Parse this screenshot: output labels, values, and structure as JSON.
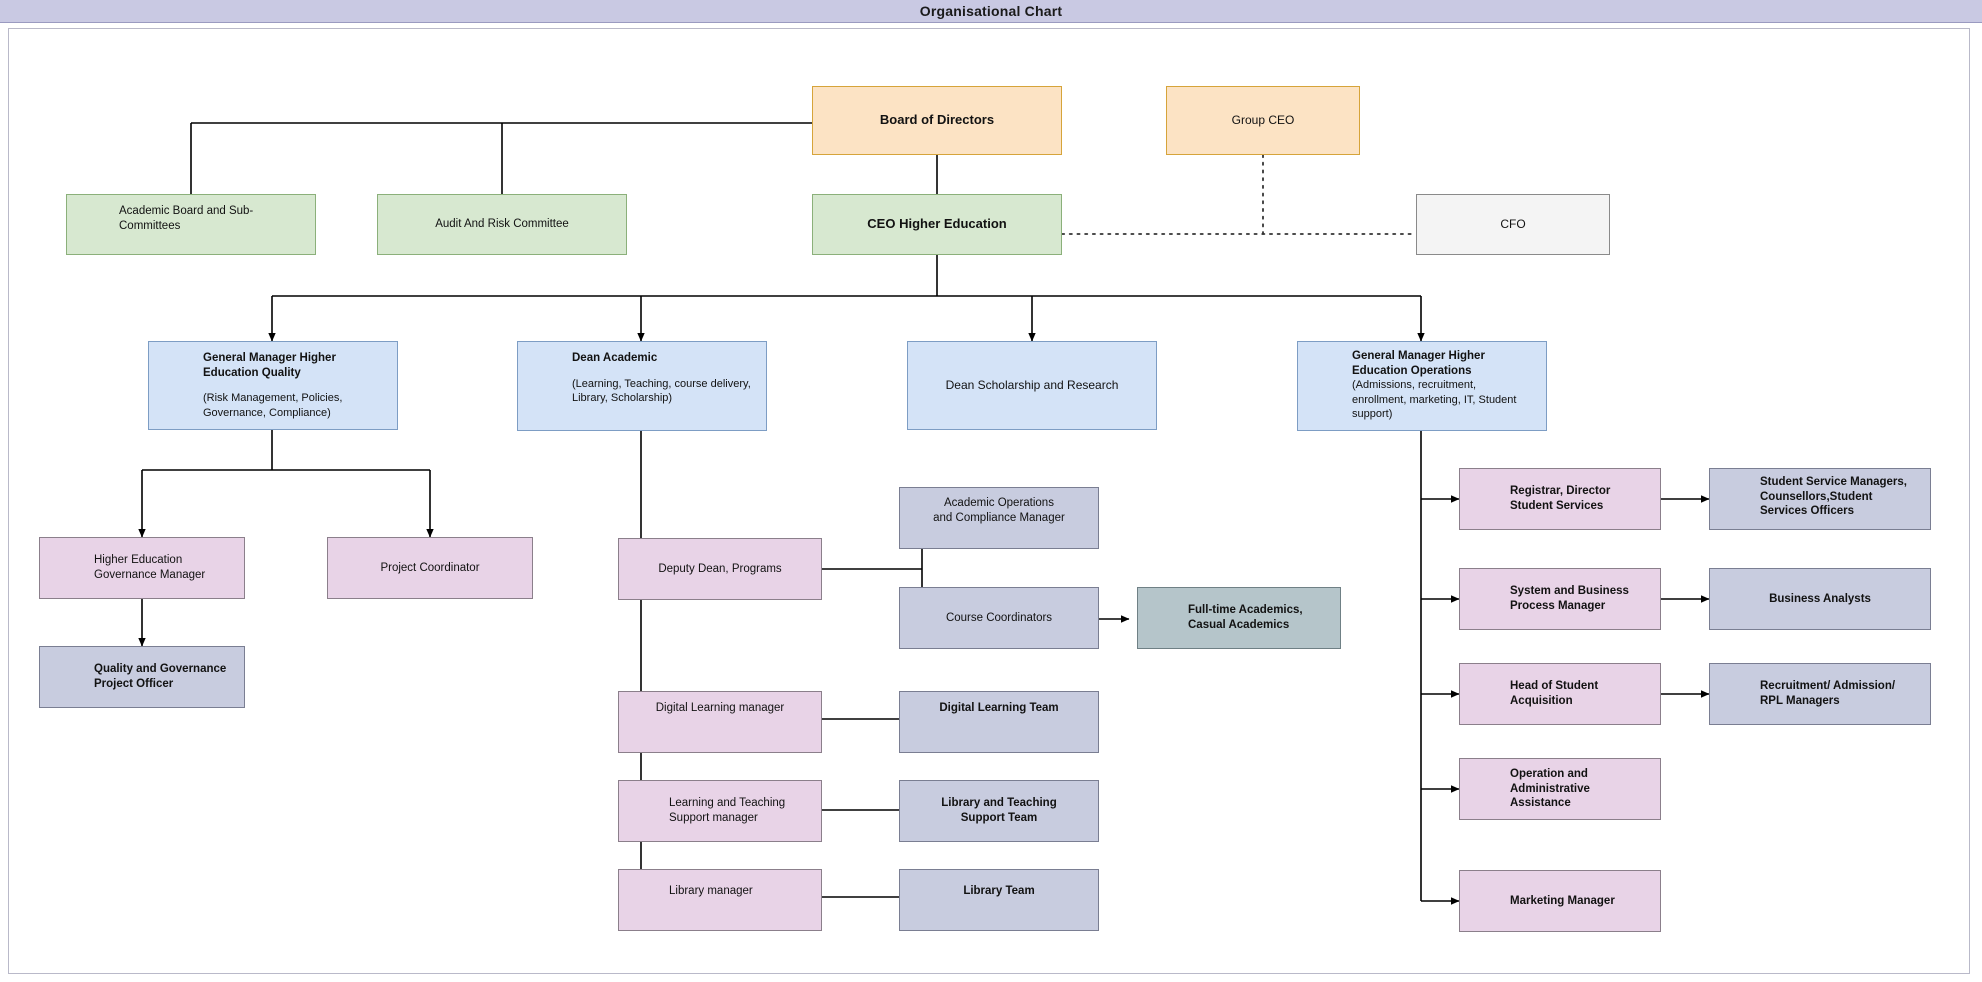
{
  "window": {
    "title": "Organisational Chart"
  },
  "chart_data": {
    "type": "diagram",
    "title": "Organisational Chart",
    "diagram_kind": "organisational-chart",
    "palette": {
      "titlebar": "#c9c9e3",
      "orange": "#fce3c4",
      "orange_border": "#d6a43a",
      "green": "#d7e8d0",
      "green_border": "#8bb07a",
      "blue": "#d4e3f7",
      "blue_border": "#7d9dc4",
      "grey": "#f4f4f4",
      "grey_border": "#8a8a8a",
      "pink": "#e8d3e7",
      "pink_border": "#8b7f8b",
      "lavender": "#c8ccdf",
      "lavender_border": "#7a7e92",
      "teal": "#b5c5ca",
      "teal_border": "#6f8085",
      "connector": "#000000"
    },
    "nodes": [
      {
        "id": "board",
        "label": "Board of Directors",
        "sub": "",
        "color": "orange",
        "level": 1
      },
      {
        "id": "group_ceo",
        "label": "Group CEO",
        "sub": "",
        "color": "orange",
        "level": 1
      },
      {
        "id": "academic_board",
        "label": "Academic Board and Sub-Committees",
        "sub": "",
        "color": "green",
        "level": 2
      },
      {
        "id": "audit",
        "label": "Audit And Risk Committee",
        "sub": "",
        "color": "green",
        "level": 2
      },
      {
        "id": "ceo_he",
        "label": "CEO Higher Education",
        "sub": "",
        "color": "green",
        "level": 2
      },
      {
        "id": "cfo",
        "label": "CFO",
        "sub": "",
        "color": "grey",
        "level": 2
      },
      {
        "id": "gm_quality",
        "label": "General Manager Higher Education Quality",
        "sub": "(Risk Management, Policies, Governance, Compliance)",
        "color": "blue",
        "level": 3
      },
      {
        "id": "dean_academic",
        "label": "Dean Academic",
        "sub": "(Learning, Teaching, course delivery, Library, Scholarship)",
        "color": "blue",
        "level": 3
      },
      {
        "id": "dean_research",
        "label": "Dean Scholarship and Research",
        "sub": "",
        "color": "blue",
        "level": 3
      },
      {
        "id": "gm_ops",
        "label": "General Manager Higher Education Operations",
        "sub": "(Admissions, recruitment, enrollment, marketing, IT, Student support)",
        "color": "blue",
        "level": 3
      },
      {
        "id": "he_gov_mgr",
        "label": "Higher Education Governance Manager",
        "sub": "",
        "color": "pink",
        "level": 4
      },
      {
        "id": "proj_coord",
        "label": "Project Coordinator",
        "sub": "",
        "color": "pink",
        "level": 4
      },
      {
        "id": "qg_officer",
        "label": "Quality and Governance Project Officer",
        "sub": "",
        "color": "lavender",
        "level": 5
      },
      {
        "id": "deputy_dean",
        "label": "Deputy Dean, Programs",
        "sub": "",
        "color": "pink",
        "level": 4
      },
      {
        "id": "acad_ops",
        "label": "Academic Operations and Compliance Manager",
        "sub": "",
        "color": "lavender",
        "level": 5
      },
      {
        "id": "course_coord",
        "label": "Course Coordinators",
        "sub": "",
        "color": "lavender",
        "level": 5
      },
      {
        "id": "academics",
        "label": "Full-time Academics, Casual Academics",
        "sub": "",
        "color": "teal",
        "level": 6
      },
      {
        "id": "digital_mgr",
        "label": "Digital Learning manager",
        "sub": "",
        "color": "pink",
        "level": 4
      },
      {
        "id": "digital_team",
        "label": "Digital Learning Team",
        "sub": "",
        "color": "lavender",
        "level": 5
      },
      {
        "id": "lt_support_mgr",
        "label": "Learning and Teaching Support manager",
        "sub": "",
        "color": "pink",
        "level": 4
      },
      {
        "id": "lt_support_team",
        "label": "Library and Teaching Support Team",
        "sub": "",
        "color": "lavender",
        "level": 5
      },
      {
        "id": "library_mgr",
        "label": "Library manager",
        "sub": "",
        "color": "pink",
        "level": 4
      },
      {
        "id": "library_team",
        "label": "Library Team",
        "sub": "",
        "color": "lavender",
        "level": 5
      },
      {
        "id": "registrar",
        "label": "Registrar, Director Student Services",
        "sub": "",
        "color": "pink",
        "level": 4
      },
      {
        "id": "student_svc",
        "label": "Student Service Managers, Counsellors,Student Services Officers",
        "sub": "",
        "color": "lavender",
        "level": 5
      },
      {
        "id": "sys_bus_mgr",
        "label": "System and Business Process Manager",
        "sub": "",
        "color": "pink",
        "level": 4
      },
      {
        "id": "bus_analysts",
        "label": "Business Analysts",
        "sub": "",
        "color": "lavender",
        "level": 5
      },
      {
        "id": "head_acq",
        "label": "Head of Student Acquisition",
        "sub": "",
        "color": "pink",
        "level": 4
      },
      {
        "id": "rpl_mgrs",
        "label": "Recruitment/ Admission/ RPL Managers",
        "sub": "",
        "color": "lavender",
        "level": 5
      },
      {
        "id": "op_admin",
        "label": "Operation and Administrative Assistance",
        "sub": "",
        "color": "pink",
        "level": 4
      },
      {
        "id": "marketing_mgr",
        "label": "Marketing Manager",
        "sub": "",
        "color": "pink",
        "level": 4
      }
    ],
    "edges": [
      {
        "from": "board",
        "to": "academic_board",
        "style": "solid"
      },
      {
        "from": "board",
        "to": "audit",
        "style": "solid"
      },
      {
        "from": "board",
        "to": "ceo_he",
        "style": "solid"
      },
      {
        "from": "group_ceo",
        "to": "ceo_he",
        "style": "dotted"
      },
      {
        "from": "ceo_he",
        "to": "cfo",
        "style": "dotted"
      },
      {
        "from": "ceo_he",
        "to": "gm_quality",
        "style": "solid"
      },
      {
        "from": "ceo_he",
        "to": "dean_academic",
        "style": "solid"
      },
      {
        "from": "ceo_he",
        "to": "dean_research",
        "style": "solid"
      },
      {
        "from": "ceo_he",
        "to": "gm_ops",
        "style": "solid"
      },
      {
        "from": "gm_quality",
        "to": "he_gov_mgr",
        "style": "solid"
      },
      {
        "from": "gm_quality",
        "to": "proj_coord",
        "style": "solid"
      },
      {
        "from": "he_gov_mgr",
        "to": "qg_officer",
        "style": "solid"
      },
      {
        "from": "dean_academic",
        "to": "deputy_dean",
        "style": "solid"
      },
      {
        "from": "dean_academic",
        "to": "digital_mgr",
        "style": "solid"
      },
      {
        "from": "dean_academic",
        "to": "lt_support_mgr",
        "style": "solid"
      },
      {
        "from": "dean_academic",
        "to": "library_mgr",
        "style": "solid"
      },
      {
        "from": "deputy_dean",
        "to": "acad_ops",
        "style": "solid"
      },
      {
        "from": "deputy_dean",
        "to": "course_coord",
        "style": "solid"
      },
      {
        "from": "course_coord",
        "to": "academics",
        "style": "solid"
      },
      {
        "from": "digital_mgr",
        "to": "digital_team",
        "style": "solid"
      },
      {
        "from": "lt_support_mgr",
        "to": "lt_support_team",
        "style": "solid"
      },
      {
        "from": "library_mgr",
        "to": "library_team",
        "style": "solid"
      },
      {
        "from": "gm_ops",
        "to": "registrar",
        "style": "solid"
      },
      {
        "from": "gm_ops",
        "to": "sys_bus_mgr",
        "style": "solid"
      },
      {
        "from": "gm_ops",
        "to": "head_acq",
        "style": "solid"
      },
      {
        "from": "gm_ops",
        "to": "op_admin",
        "style": "solid"
      },
      {
        "from": "gm_ops",
        "to": "marketing_mgr",
        "style": "solid"
      },
      {
        "from": "registrar",
        "to": "student_svc",
        "style": "solid"
      },
      {
        "from": "sys_bus_mgr",
        "to": "bus_analysts",
        "style": "solid"
      },
      {
        "from": "head_acq",
        "to": "rpl_mgrs",
        "style": "solid"
      }
    ]
  },
  "nodes": {
    "board": {
      "title": "Board of Directors"
    },
    "group_ceo": {
      "title": "Group CEO"
    },
    "academic_board": {
      "line1": "Academic Board and Sub-",
      "line2": "Committees"
    },
    "audit": {
      "title": "Audit And Risk Committee"
    },
    "ceo_he": {
      "title": "CEO Higher Education"
    },
    "cfo": {
      "title": "CFO"
    },
    "gm_quality": {
      "line1": "General Manager Higher",
      "line2": "Education Quality",
      "sub1": "(Risk Management, Policies,",
      "sub2": "Governance, Compliance)"
    },
    "dean_academic": {
      "title": "Dean Academic",
      "sub1": "(Learning, Teaching, course delivery,",
      "sub2": "Library, Scholarship)"
    },
    "dean_research": {
      "title": "Dean Scholarship and Research"
    },
    "gm_ops": {
      "line1": "General Manager Higher",
      "line2": "Education Operations",
      "sub1": "(Admissions, recruitment,",
      "sub2": "enrollment, marketing, IT, Student",
      "sub3": "support)"
    },
    "he_gov_mgr": {
      "line1": "Higher Education",
      "line2": "Governance Manager"
    },
    "proj_coord": {
      "title": "Project Coordinator"
    },
    "qg_officer": {
      "line1": "Quality and Governance",
      "line2": "Project Officer"
    },
    "deputy_dean": {
      "title": "Deputy Dean, Programs"
    },
    "acad_ops": {
      "line1": "Academic Operations",
      "line2": "and Compliance Manager"
    },
    "course_coord": {
      "title": "Course Coordinators"
    },
    "academics": {
      "line1": "Full-time Academics,",
      "line2": "Casual Academics"
    },
    "digital_mgr": {
      "title": "Digital Learning manager"
    },
    "digital_team": {
      "title": "Digital Learning Team"
    },
    "lt_support_mgr": {
      "line1": "Learning and Teaching",
      "line2": "Support manager"
    },
    "lt_support_team": {
      "line1": "Library and Teaching",
      "line2": "Support Team"
    },
    "library_mgr": {
      "title": "Library manager"
    },
    "library_team": {
      "title": "Library Team"
    },
    "registrar": {
      "line1": "Registrar, Director",
      "line2": "Student Services"
    },
    "student_svc": {
      "line1": "Student Service Managers,",
      "line2": "Counsellors,Student",
      "line3": "Services Officers"
    },
    "sys_bus_mgr": {
      "line1": "System and Business",
      "line2": "Process Manager"
    },
    "bus_analysts": {
      "title": "Business Analysts"
    },
    "head_acq": {
      "line1": "Head of Student",
      "line2": "Acquisition"
    },
    "rpl_mgrs": {
      "line1": "Recruitment/ Admission/",
      "line2": "RPL Managers"
    },
    "op_admin": {
      "line1": "Operation and",
      "line2": "Administrative",
      "line3": "Assistance"
    },
    "marketing_mgr": {
      "title": "Marketing Manager"
    }
  }
}
